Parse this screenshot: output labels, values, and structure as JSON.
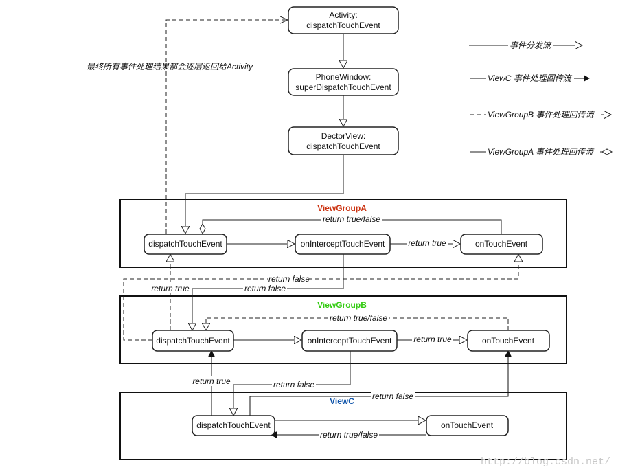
{
  "colors": {
    "viewgroup_a_title": "#cc3311",
    "viewgroup_b_title": "#33cc11",
    "viewc_title": "#1155aa",
    "line": "#222222",
    "watermark": "#c8c8c8"
  },
  "nodes": {
    "activity": {
      "line1": "Activity:",
      "line2": "dispatchTouchEvent"
    },
    "phone_window": {
      "line1": "PhoneWindow:",
      "line2": "superDispatchTouchEvent"
    },
    "dector_view": {
      "line1": "DectorView:",
      "line2": "dispatchTouchEvent"
    },
    "a_dispatch": "dispatchTouchEvent",
    "a_intercept": "onInterceptTouchEvent",
    "a_touch": "onTouchEvent",
    "b_dispatch": "dispatchTouchEvent",
    "b_intercept": "onInterceptTouchEvent",
    "b_touch": "onTouchEvent",
    "c_dispatch": "dispatchTouchEvent",
    "c_touch": "onTouchEvent"
  },
  "groups": {
    "viewgroup_a": "ViewGroupA",
    "viewgroup_b": "ViewGroupB",
    "viewc": "ViewC"
  },
  "labels": {
    "final_return": "最终所有事件处理结果都会逐层返回给Activity",
    "a_return_true_false": "return true/false",
    "a_return_true": "return true",
    "a_return_false_top": "return false",
    "a_return_true_left": "return true",
    "a_return_false_mid": "return false",
    "b_return_true_false": "return true/false",
    "b_return_true": "return true",
    "c_return_true": "return true",
    "c_return_false_left": "return false",
    "c_return_false_right": "return false",
    "c_return_true_false": "return true/false"
  },
  "legend": {
    "dispatch_flow": "事件分发流",
    "viewc_return": "ViewC 事件处理回传流",
    "viewgroupb_return": "ViewGroupB 事件处理回传流",
    "viewgroupa_return": "ViewGroupA 事件处理回传流"
  },
  "watermark": "http://blog.csdn.net/"
}
